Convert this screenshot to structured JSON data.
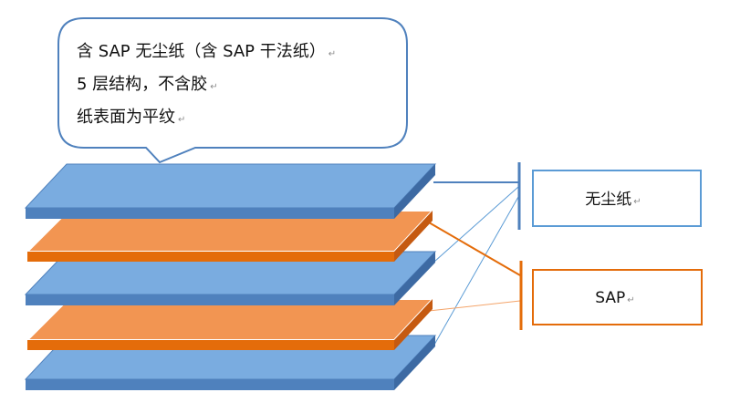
{
  "callout": {
    "lines": [
      "含 SAP 无尘纸（含 SAP 干法纸）",
      "5 层结构，不含胶",
      "纸表面为平纹"
    ],
    "border_color": "#4f81bd"
  },
  "layers": [
    {
      "material": "无尘纸",
      "color": "#7aace0"
    },
    {
      "material": "SAP",
      "color": "#f29552"
    },
    {
      "material": "无尘纸",
      "color": "#7aace0"
    },
    {
      "material": "SAP",
      "color": "#f29552"
    },
    {
      "material": "无尘纸",
      "color": "#7aace0"
    }
  ],
  "labels": {
    "dustfree": "无尘纸",
    "sap": "SAP"
  },
  "colors": {
    "blue_top": "#7aace0",
    "blue_front": "#4f81bd",
    "blue_side": "#3d6aa3",
    "orange_top": "#f29552",
    "orange_front": "#e46c0a",
    "orange_side": "#c55a11",
    "blue_line": "#5b9bd5",
    "orange_line": "#e46c0a",
    "para_mark": "#8c8c8c"
  },
  "para_mark": "↵"
}
